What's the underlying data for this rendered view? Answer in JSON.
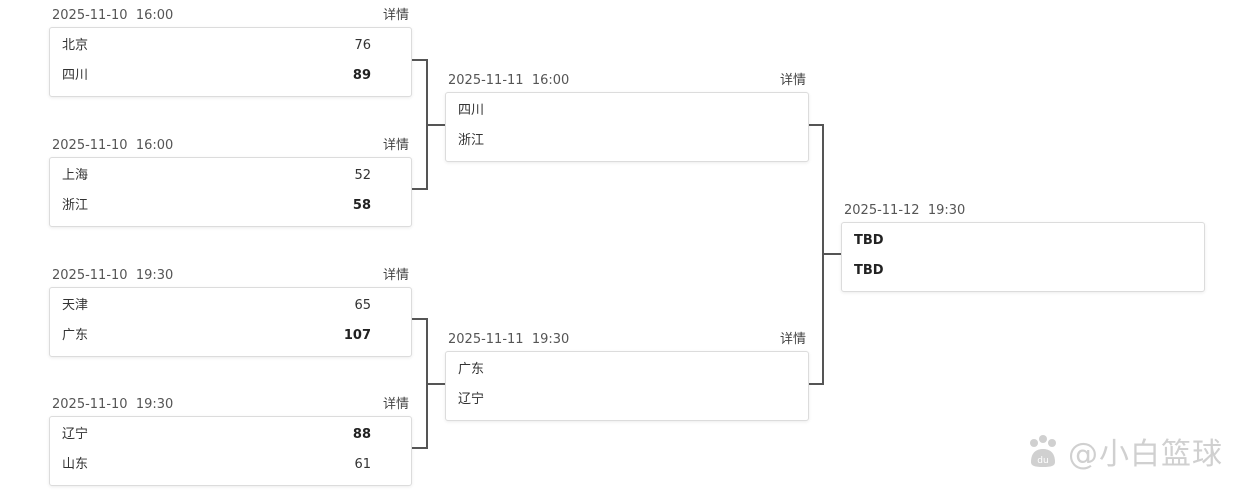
{
  "detail_label": "详情",
  "round1": [
    {
      "date": "2025-11-10  16:00",
      "teams": [
        {
          "name": "北京",
          "score": "76"
        },
        {
          "name": "四川",
          "score": "89"
        }
      ]
    },
    {
      "date": "2025-11-10  16:00",
      "teams": [
        {
          "name": "上海",
          "score": "52"
        },
        {
          "name": "浙江",
          "score": "58"
        }
      ]
    },
    {
      "date": "2025-11-10  19:30",
      "teams": [
        {
          "name": "天津",
          "score": "65"
        },
        {
          "name": "广东",
          "score": "107"
        }
      ]
    },
    {
      "date": "2025-11-10  19:30",
      "teams": [
        {
          "name": "辽宁",
          "score": "88"
        },
        {
          "name": "山东",
          "score": "61"
        }
      ]
    }
  ],
  "round2": [
    {
      "date": "2025-11-11  16:00",
      "teams": [
        {
          "name": "四川",
          "score": ""
        },
        {
          "name": "浙江",
          "score": ""
        }
      ]
    },
    {
      "date": "2025-11-11  19:30",
      "teams": [
        {
          "name": "广东",
          "score": ""
        },
        {
          "name": "辽宁",
          "score": ""
        }
      ]
    }
  ],
  "final": {
    "date": "2025-11-12  19:30",
    "teams": [
      {
        "name": "TBD"
      },
      {
        "name": "TBD"
      }
    ]
  },
  "watermark": {
    "text": "@小白篮球",
    "logo_icon": "du-logo-icon"
  }
}
